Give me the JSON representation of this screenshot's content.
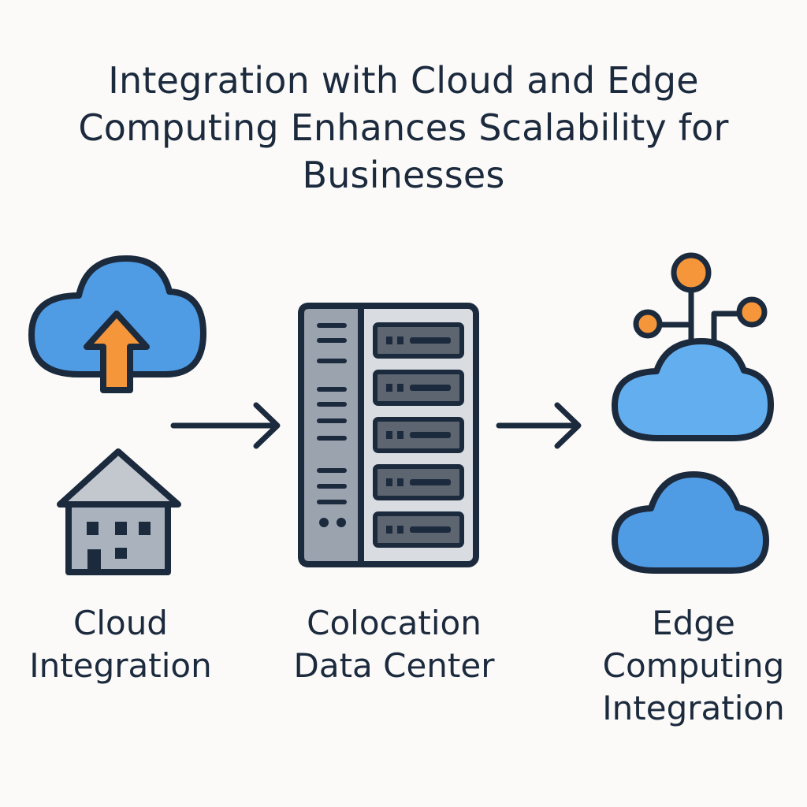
{
  "title": {
    "line1": "Integration with Cloud and Edge",
    "line2": "Computing Enhances Scalability for",
    "line3": "Businesses"
  },
  "nodes": [
    {
      "id": "cloud-integration",
      "label_line1": "Cloud",
      "label_line2": "Integration",
      "icons": [
        "cloud-upload-icon",
        "building-icon"
      ]
    },
    {
      "id": "colocation-data-center",
      "label_line1": "Colocation",
      "label_line2": "Data Center",
      "icons": [
        "server-rack-icon"
      ]
    },
    {
      "id": "edge-computing-integration",
      "label_line1": "Edge",
      "label_line2": "Computing",
      "label_line3": "Integration",
      "icons": [
        "network-cloud-icon",
        "cloud-icon"
      ]
    }
  ],
  "edges": [
    {
      "from": "cloud-integration",
      "to": "colocation-data-center"
    },
    {
      "from": "colocation-data-center",
      "to": "edge-computing-integration"
    }
  ],
  "colors": {
    "outline": "#1c2a3e",
    "cloud_blue": "#4f9be4",
    "cloud_light_blue": "#63aeee",
    "accent_orange": "#f5963a",
    "server_gray": "#9aa3ae",
    "server_light": "#d9dde2",
    "slot_dark": "#5c6570",
    "building_gray": "#aab2bd",
    "roof_gray": "#c3c8cf",
    "background": "#fbfaf8"
  }
}
